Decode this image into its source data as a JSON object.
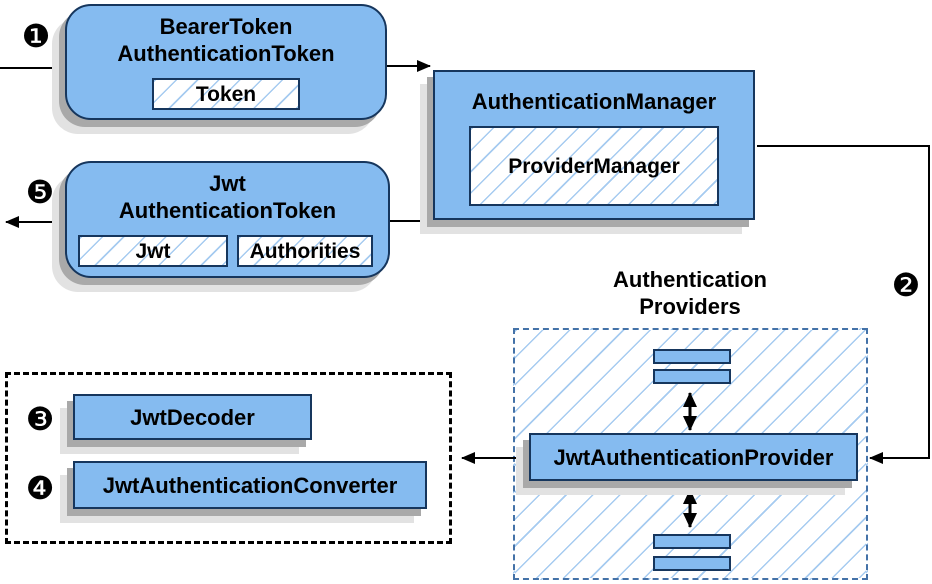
{
  "colors": {
    "node_fill": "#85bbf0",
    "node_border": "#16365d",
    "hatch_line": "#a6cbf0",
    "shadow_near": "#a9a9a9",
    "shadow_far": "#e2e2e2",
    "providers_dash_border": "#4472a8",
    "dotted_group_border": "#000000",
    "connector": "#000000"
  },
  "badges": {
    "step1": "❶",
    "step2": "❷",
    "step3": "❸",
    "step4": "❹",
    "step5": "❺"
  },
  "nodes": {
    "bearer_token": {
      "title_line1": "BearerToken",
      "title_line2": "AuthenticationToken",
      "field_token": "Token"
    },
    "authentication_manager": {
      "title": "AuthenticationManager",
      "inner": "ProviderManager"
    },
    "jwt_authentication_token": {
      "title_line1": "Jwt",
      "title_line2": "AuthenticationToken",
      "field_jwt": "Jwt",
      "field_authorities": "Authorities"
    },
    "authentication_providers": {
      "label_line1": "Authentication",
      "label_line2": "Providers"
    },
    "jwt_authentication_provider": {
      "title": "JwtAuthenticationProvider"
    },
    "jwt_decoder": {
      "title": "JwtDecoder"
    },
    "jwt_authentication_converter": {
      "title": "JwtAuthenticationConverter"
    }
  }
}
